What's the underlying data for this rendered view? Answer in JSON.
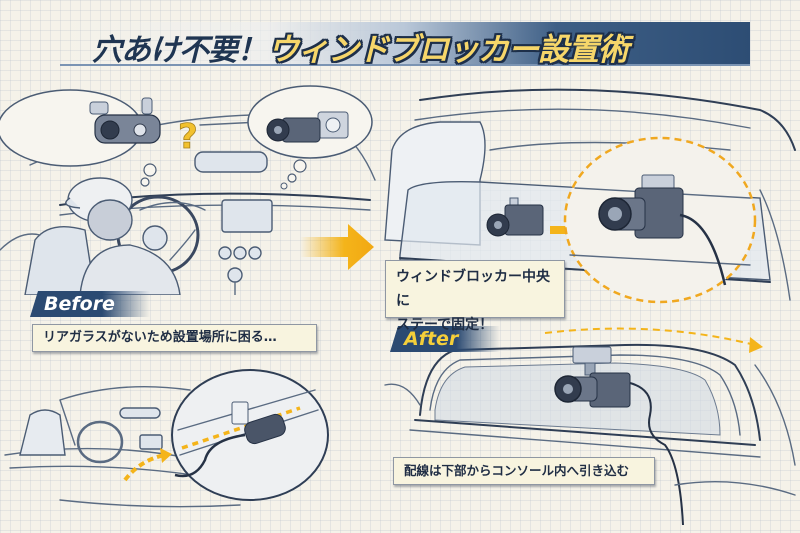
{
  "title": {
    "prefix": "穴あけ不要！",
    "main": "ウィンドブロッカー設置術"
  },
  "sections": {
    "before": {
      "badge": "Before",
      "caption": "リアガラスがないため設置場所に困る…",
      "thought_mark": "?"
    },
    "mount": {
      "caption_line1": "ウィンドブロッカー中央に",
      "caption_line2": "ステーで固定！"
    },
    "after": {
      "badge": "After",
      "caption": "配線は下部からコンソール内へ引き込む"
    }
  },
  "colors": {
    "navy": "#2b4a72",
    "accent_yellow": "#f4b41a",
    "title_yellow": "#f6d66a",
    "caption_bg": "#f8f4df",
    "sketch_line": "#5a6b82"
  }
}
